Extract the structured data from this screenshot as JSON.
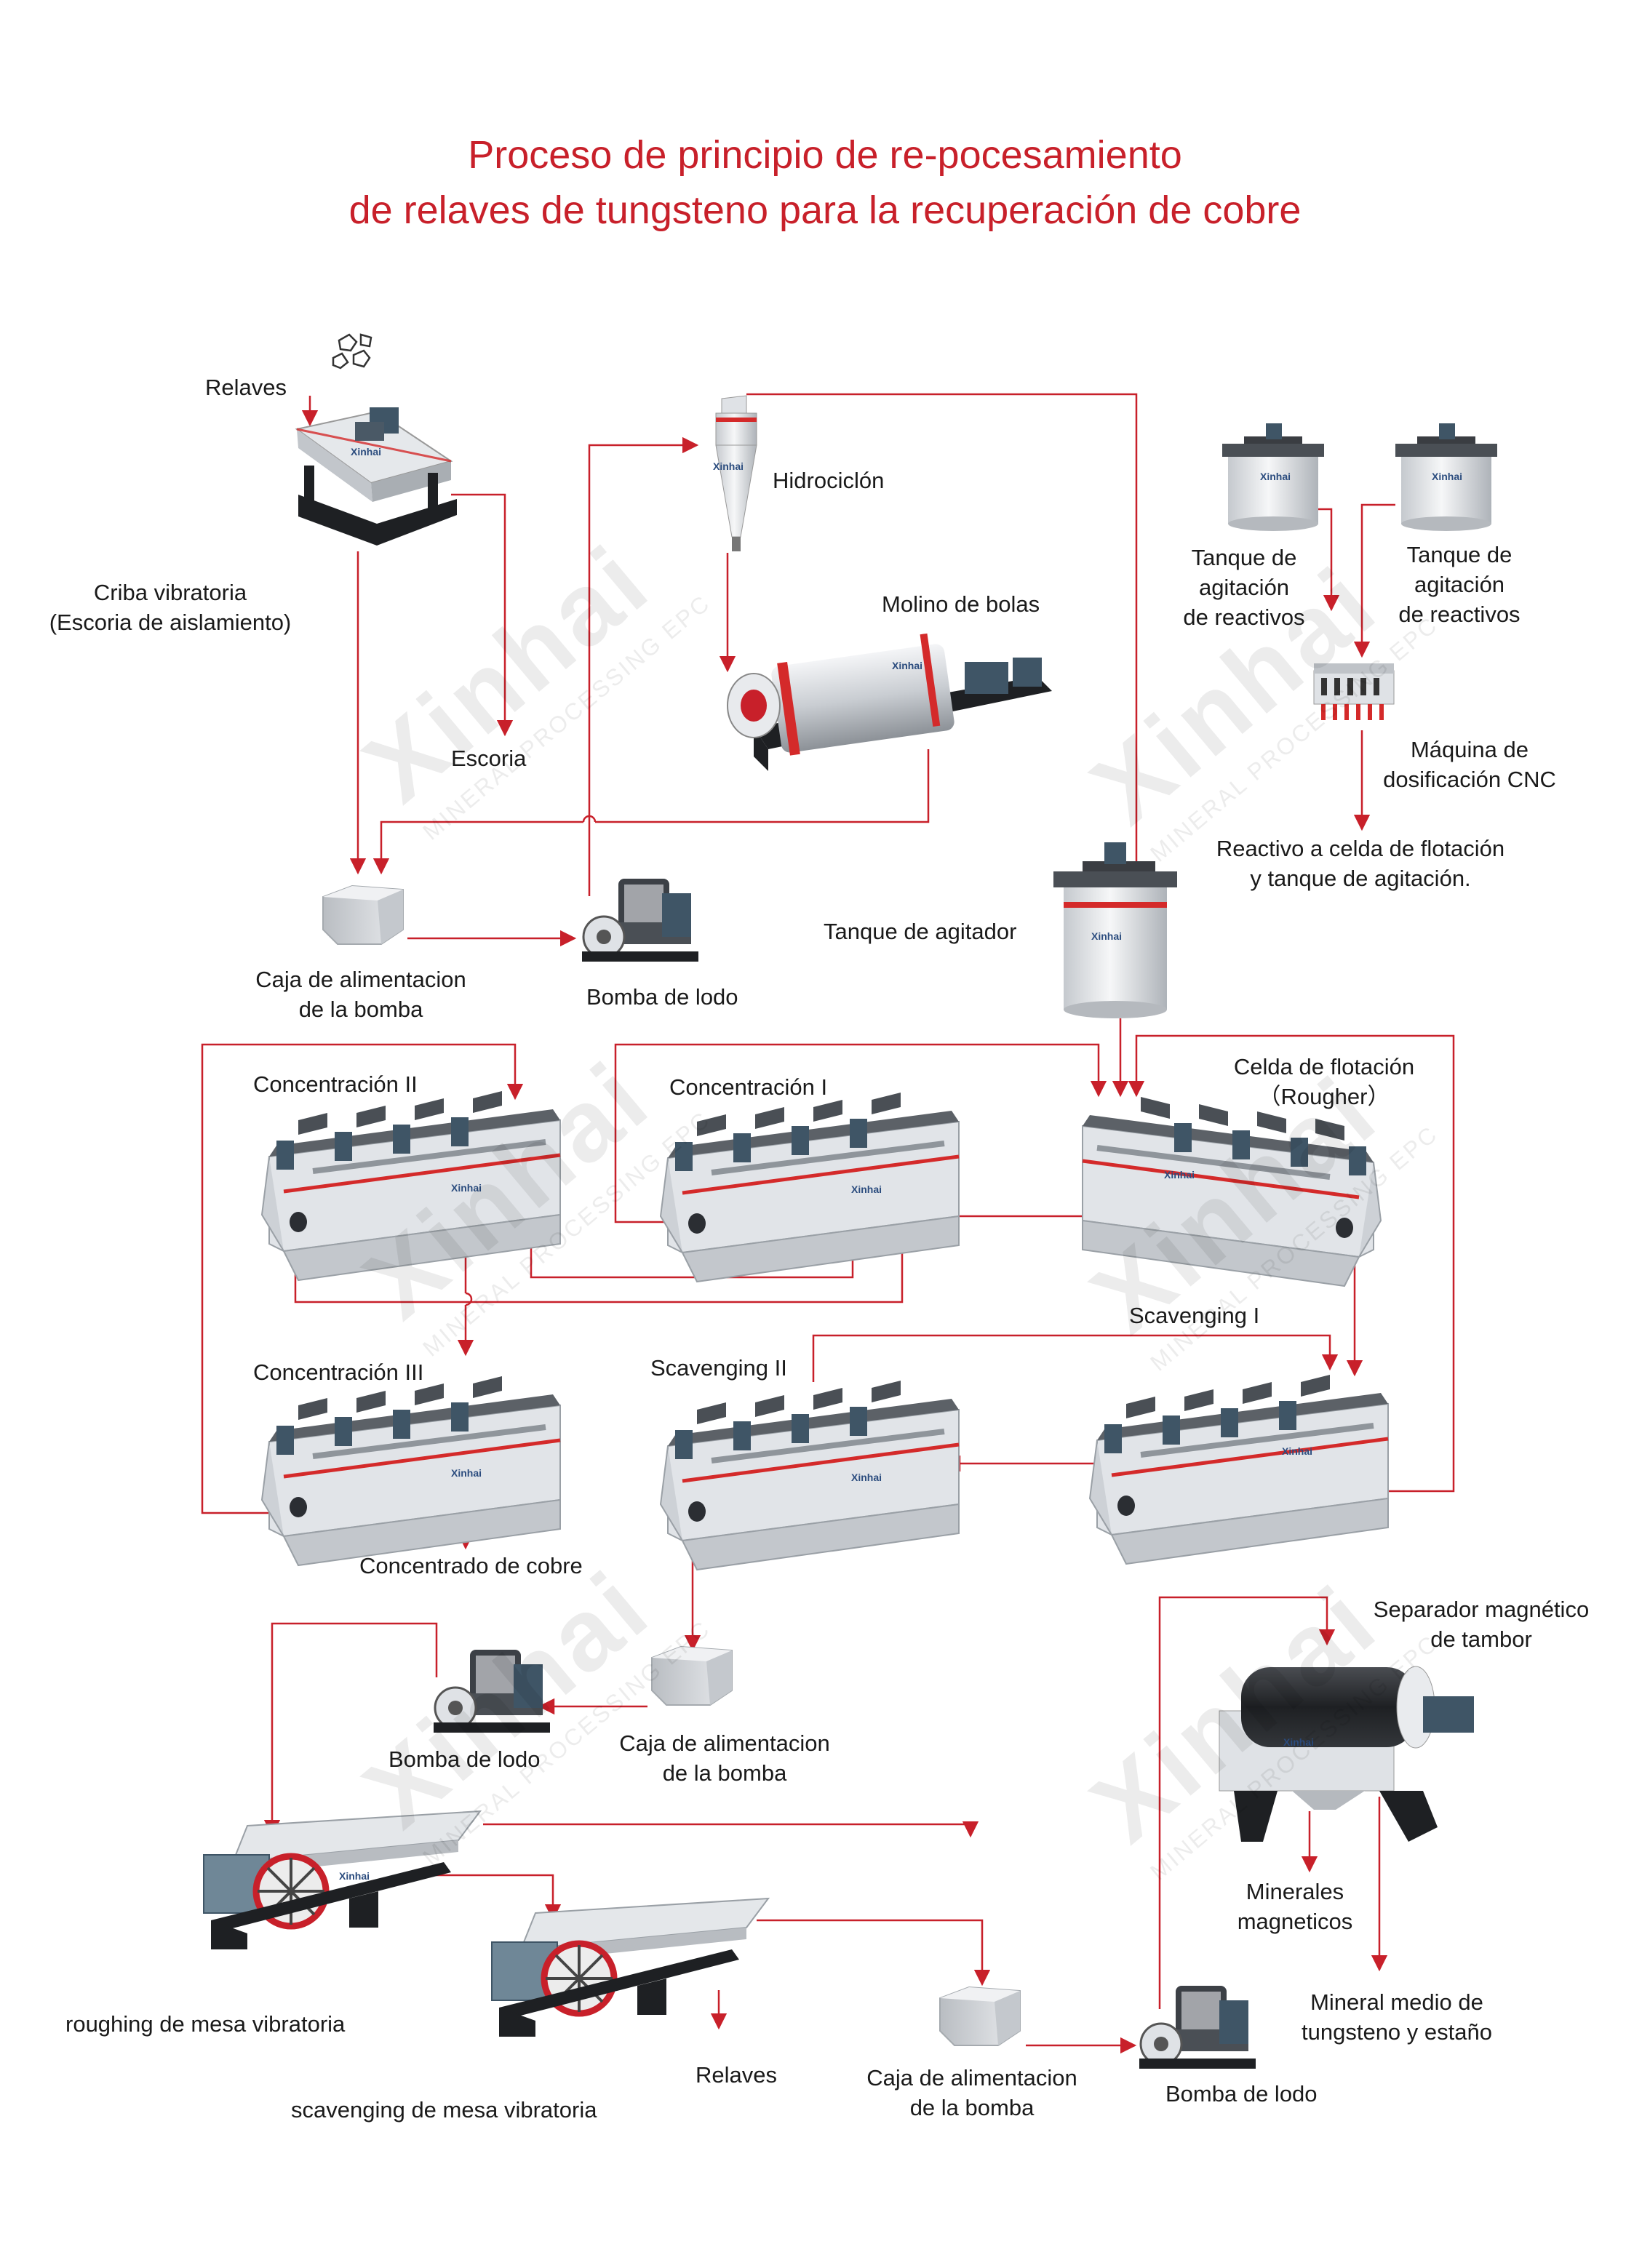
{
  "title": {
    "line1": "Proceso de principio de re-pocesamiento",
    "line2": "de relaves de tungsteno para la recuperación de cobre"
  },
  "labels": {
    "relaves_in": "Relaves",
    "criba_1": "Criba vibratoria",
    "criba_2": "(Escoria de aislamiento)",
    "escoria": "Escoria",
    "hidrociclon": "Hidrociclón",
    "molino": "Molino de bolas",
    "tanque_reactivos_a_1": "Tanque de",
    "tanque_reactivos_a_2": "agitación",
    "tanque_reactivos_a_3": "de reactivos",
    "tanque_reactivos_b_1": "Tanque de",
    "tanque_reactivos_b_2": "agitación",
    "tanque_reactivos_b_3": "de reactivos",
    "dosificacion_1": "Máquina de",
    "dosificacion_2": "dosificación CNC",
    "reactivo_1": "Reactivo a celda de flotación",
    "reactivo_2": "y tanque de agitación.",
    "caja_1a": "Caja de alimentacion",
    "caja_1b": "de la bomba",
    "bomba_1": "Bomba de lodo",
    "tanque_agitador": "Tanque de agitador",
    "conc_2": "Concentración II",
    "conc_1": "Concentración I",
    "celda_1": "Celda de flotación",
    "celda_2": "（Rougher）",
    "scav_1": "Scavenging I",
    "conc_3": "Concentración III",
    "scav_2": "Scavenging II",
    "concentrado": "Concentrado de cobre",
    "separador_1": "Separador magnético",
    "separador_2": "de tambor",
    "bomba_2": "Bomba de lodo",
    "caja_2a": "Caja de alimentacion",
    "caja_2b": "de la bomba",
    "minerales_1": "Minerales",
    "minerales_2": "magneticos",
    "mineral_medio_1": "Mineral medio de",
    "mineral_medio_2": "tungsteno y estaño",
    "roughing_mesa": "roughing de mesa vibratoria",
    "relaves_out": "Relaves",
    "caja_3a": "Caja de alimentacion",
    "caja_3b": "de la bomba",
    "bomba_3": "Bomba de lodo",
    "scavenging_mesa": "scavenging de mesa vibratoria"
  },
  "watermark": {
    "brand": "Xinhai",
    "tagline": "MINERAL PROCESSING EPC"
  },
  "equipment_badges": {
    "brand": "Xinhai"
  },
  "colors": {
    "title": "#c8202a",
    "flow_line": "#c8202a",
    "equipment_body": "#dfe2e6",
    "equipment_frame": "#1d2024",
    "motor": "#3f5566",
    "stripe": "#d42a2a"
  }
}
